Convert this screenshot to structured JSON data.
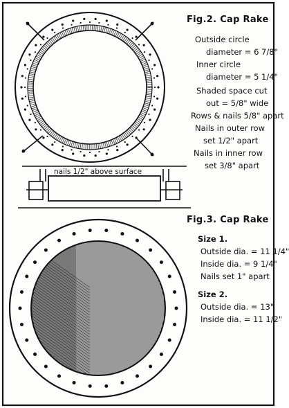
{
  "fig2": {
    "title": "Fig.2. Cap Rake",
    "notes": [
      "Outside circle",
      "diameter = 6 7/8\"",
      "Inner circle",
      "diameter = 5 1/4\"",
      "Shaded space cut",
      "out = 5/8\" wide",
      "Rows & nails 5/8\" apart",
      "Nails in outer row",
      "set 1/2\" apart",
      "Nails in inner row",
      "set 3/8\" apart"
    ],
    "side_view_label": "nails 1/2\" above surface"
  },
  "fig3": {
    "title": "Fig.3. Cap Rake",
    "size1": {
      "heading": "Size 1.",
      "lines": [
        "Outside dia. = 11 1/4\"",
        "Inside dia. = 9 1/4\"",
        "Nails set 1\" apart"
      ]
    },
    "size2": {
      "heading": "Size 2.",
      "lines": [
        "Outside dia. = 13\"",
        "Inside dia. = 11 1/2\""
      ]
    }
  }
}
